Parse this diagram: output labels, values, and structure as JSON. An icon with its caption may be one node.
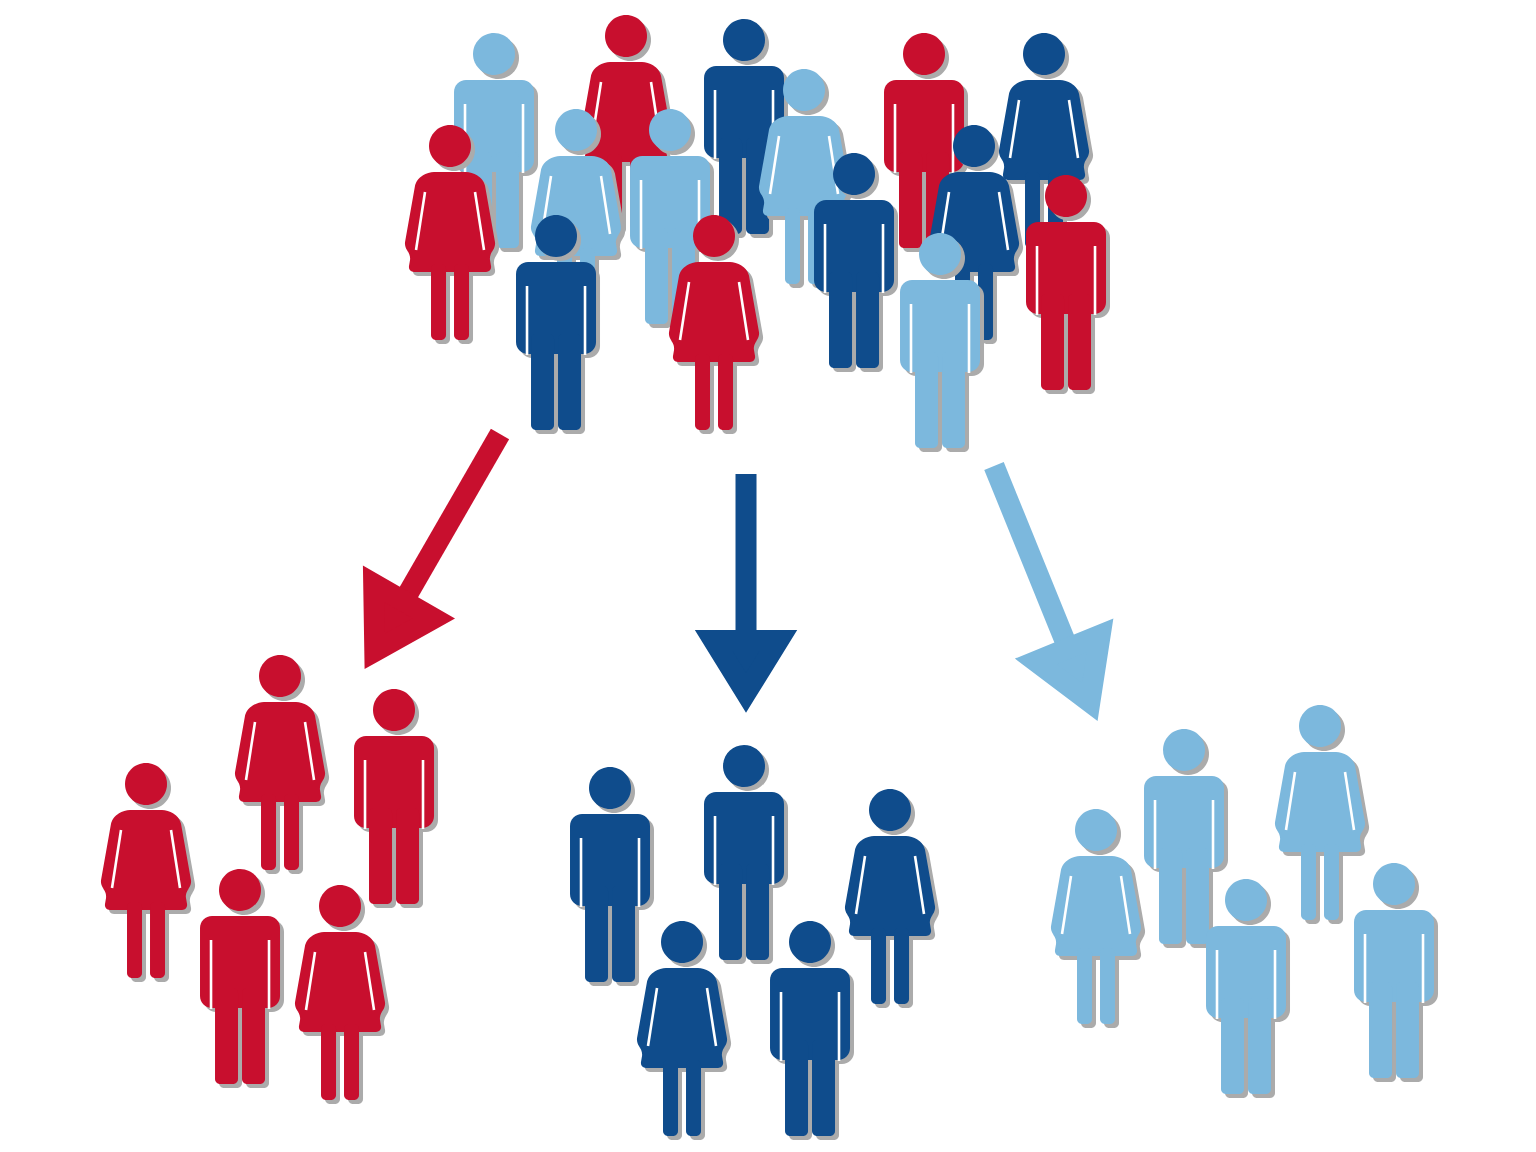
{
  "diagram": {
    "nodes": [
      {
        "text": [],
        "shape": "picture"
      },
      {
        "text": [],
        "shape": "picture"
      },
      {
        "text": [],
        "shape": "picture"
      },
      {
        "text": [],
        "shape": "picture"
      }
    ],
    "edges": [
      {
        "from": 0,
        "to": 1,
        "arrow": "to",
        "color": "#c80f2e"
      },
      {
        "from": 0,
        "to": 2,
        "arrow": "to",
        "color": "#0f4c8c"
      },
      {
        "from": 0,
        "to": 3,
        "arrow": "to",
        "color": "#7cb8dd"
      }
    ]
  }
}
